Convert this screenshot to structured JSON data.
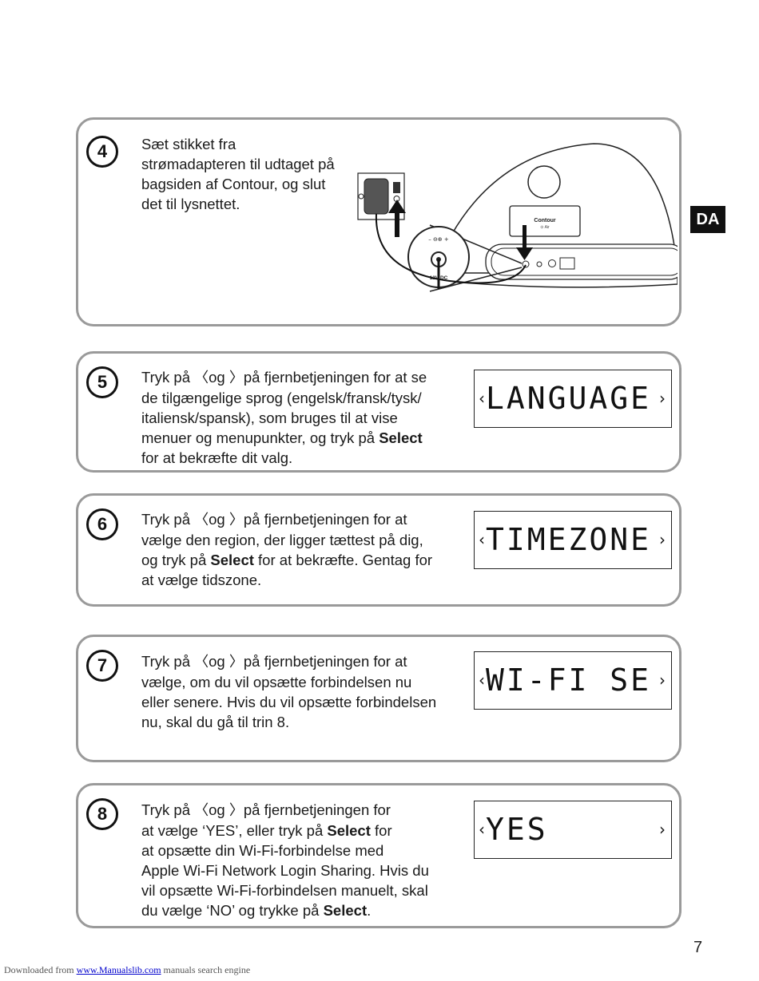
{
  "language_badge": "DA",
  "steps": [
    {
      "number": "4",
      "lines": [
        "Sæt stikket fra",
        "strømadapteren til udtaget på",
        "bagsiden af Contour, og slut",
        "det til lysnettet."
      ],
      "illustration": {
        "device_logo": "Contour",
        "device_sub": "⊙ Air",
        "port_label": "12V DC",
        "polarity": "– ⊖⊕ +"
      }
    },
    {
      "number": "5",
      "line1_pre": "Tryk på",
      "line1_mid": "og",
      "line1_post": "på fjernbetjeningen for at se",
      "line2": "de tilgængelige sprog (engelsk/fransk/tysk/",
      "line3": "italiensk/spansk), som bruges til at vise",
      "line4_pre": "menuer og menupunkter, og tryk på",
      "line4_bold": "Select",
      "line5": "for at bekræfte dit valg.",
      "display": "LANGUAGE"
    },
    {
      "number": "6",
      "line1_pre": "Tryk på",
      "line1_mid": "og",
      "line1_post": "på fjernbetjeningen for at",
      "line2": "vælge den region, der ligger tættest på dig,",
      "line3_pre": "og tryk på",
      "line3_bold": "Select",
      "line3_post": "for at bekræfte. Gentag for",
      "line4": "at vælge tidszone.",
      "display": "TIMEZONE"
    },
    {
      "number": "7",
      "line1_pre": "Tryk på",
      "line1_mid": "og",
      "line1_post": "på fjernbetjeningen for at",
      "line2": "vælge, om du vil opsætte forbindelsen nu",
      "line3": "eller senere. Hvis du vil opsætte forbindelsen",
      "line4": "nu, skal du gå til trin 8.",
      "display": "WI-FI SE"
    },
    {
      "number": "8",
      "line1_pre": "Tryk på",
      "line1_mid": "og",
      "line1_post": "på fjernbetjeningen for",
      "line2_pre": "at vælge ‘YES’, eller tryk på",
      "line2_bold": "Select",
      "line2_post": "for",
      "line3": "at opsætte din Wi-Fi-forbindelse med",
      "line4": "Apple Wi-Fi Network Login Sharing. Hvis du",
      "line5": "vil opsætte Wi-Fi-forbindelsen manuelt, skal",
      "line6_pre": "du vælge ‘NO’ og trykke på",
      "line6_bold": "Select",
      "line6_post": ".",
      "display": "YES"
    }
  ],
  "display_arrows": {
    "left": "‹",
    "right": "›"
  },
  "chevrons": {
    "left": "〈",
    "right": "〉"
  },
  "page_number": "7",
  "footer": {
    "prefix": "Downloaded from",
    "link": "www.Manualslib.com",
    "suffix": "manuals search engine"
  }
}
